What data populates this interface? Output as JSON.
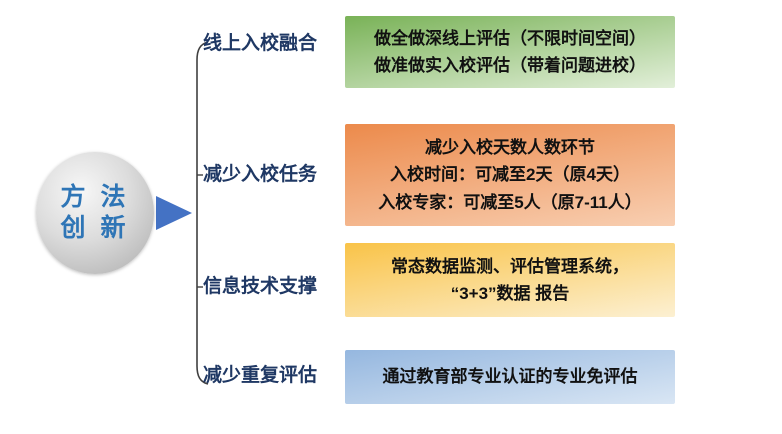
{
  "diagram": {
    "center": {
      "line1": "方 法",
      "line2": "创 新",
      "text_color": "#2e75b6"
    },
    "arrow": {
      "name": "right-arrow",
      "color": "#4472c4"
    },
    "brace": {
      "color": "#404040"
    },
    "branches": [
      {
        "label": "线上入校融合",
        "lines": [
          "做全做深线上评估（不限时间空间）",
          "做准做实入校评估（带着问题进校）"
        ],
        "gradient_top": "#79b257",
        "gradient_bottom": "#e2efd9"
      },
      {
        "label": "减少入校任务",
        "lines": [
          "减少入校天数人数环节",
          "入校时间：可减至2天（原4天）",
          "入校专家：可减至5人（原7-11人）"
        ],
        "gradient_top": "#ec8a4b",
        "gradient_bottom": "#f8cfb2"
      },
      {
        "label": "信息技术支撑",
        "lines": [
          "常态数据监测、评估管理系统，",
          "“3+3”数据 报告"
        ],
        "gradient_top": "#f9c348",
        "gradient_bottom": "#fcf0d2"
      },
      {
        "label": "减少重复评估",
        "lines": [
          "通过教育部专业认证的专业免评估"
        ],
        "gradient_top": "#95b7df",
        "gradient_bottom": "#d9e6f4"
      }
    ]
  }
}
